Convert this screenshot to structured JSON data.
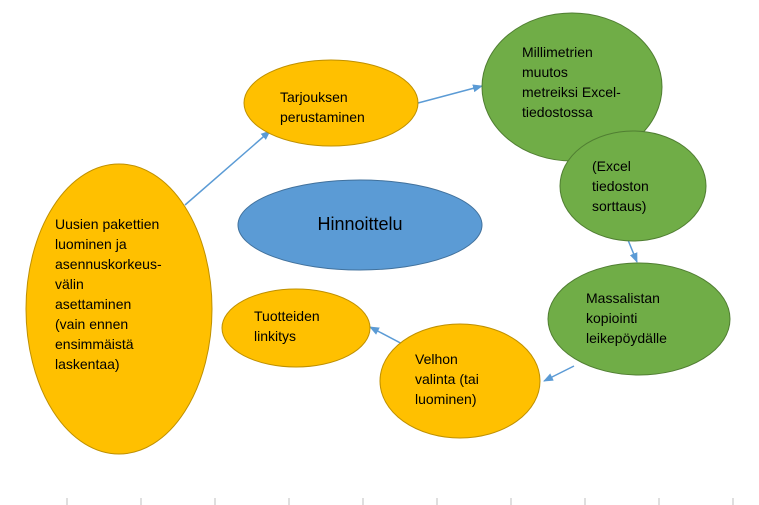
{
  "diagram": {
    "center": {
      "label": "Hinnoittelu"
    },
    "nodes": [
      {
        "id": "uusien",
        "label": "Uusien pakettien\nluominen ja\nasennuskorkeus-\nvälin\nasettaminen\n(vain ennen\nensimmäistä\nlaskentaa)"
      },
      {
        "id": "tarjous",
        "label": "Tarjouksen\nperustaminen"
      },
      {
        "id": "milli",
        "label": "Millimetrien\nmuutos\nmetreiksi Excel-\ntiedostossa"
      },
      {
        "id": "excel",
        "label": "(Excel\ntiedoston\nsorttaus)"
      },
      {
        "id": "massa",
        "label": "Massalistan\nkopiointi\nleikepöydälle"
      },
      {
        "id": "velho",
        "label": "Velhon\nvalinta (tai\nluominen)"
      },
      {
        "id": "tuotteet",
        "label": "Tuotteiden\nlinkitys"
      }
    ],
    "colors": {
      "yellow_fill": "#ffc000",
      "yellow_stroke": "#bf9000",
      "green_fill": "#70ad47",
      "green_stroke": "#507e32",
      "blue_fill": "#5b9bd5",
      "blue_stroke": "#41719c",
      "arrow": "#5b9bd5"
    }
  }
}
